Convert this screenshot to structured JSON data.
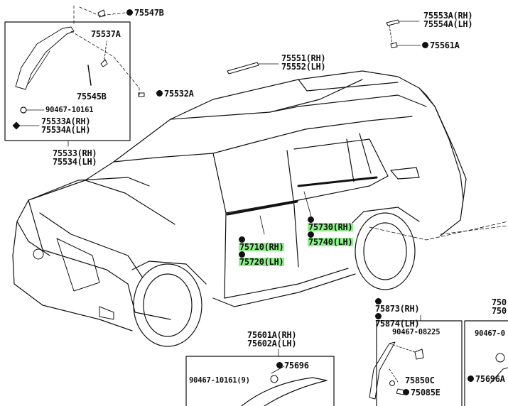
{
  "labels": {
    "p75547B": "75547B",
    "p75537A": "75537A",
    "p75545B": "75545B",
    "p90467_10161": "90467-10161",
    "p75533A_rh": "75533A(RH)",
    "p75533A_lh": "75534A(LH)",
    "p75533_rh": "75533(RH)",
    "p75533_lh": "75534(LH)",
    "p75532A": "75532A",
    "p75551_rh": "75551(RH)",
    "p75551_lh": "75552(LH)",
    "p75553A_rh": "75553A(RH)",
    "p75553A_lh": "75554A(LH)",
    "p75561A": "75561A",
    "p75710_rh": "75710(RH)",
    "p75710_lh": "75720(LH)",
    "p75730_rh": "75730(RH)",
    "p75730_lh": "75740(LH)",
    "p75873_rh": "75873(RH)",
    "p75873_lh": "75874(LH)",
    "p90467_08225": "90467-08225",
    "p75850C": "75850C",
    "p75085E": "75085E",
    "p75601A_rh": "75601A(RH)",
    "p75601A_lh": "75602A(LH)",
    "p75696": "75696",
    "p90467_10161_9": "90467-10161(9)",
    "p75696A": "75696A",
    "p90467_cut": "90467-0",
    "p750_a": "750",
    "p750_b": "750"
  },
  "highlight_color": "#8ef08a"
}
